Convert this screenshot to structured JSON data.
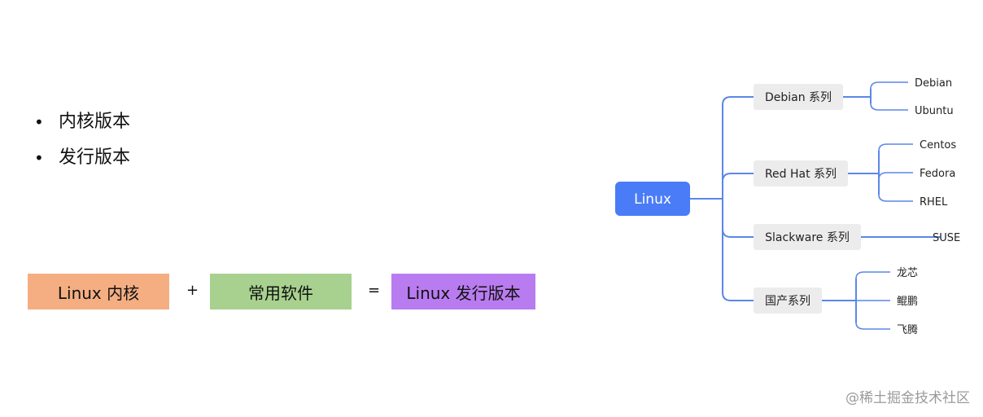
{
  "bullets": [
    "内核版本",
    "发行版本"
  ],
  "equation": {
    "terms": [
      {
        "label": "Linux 内核",
        "color": "#f4ae82"
      },
      {
        "label": "常用软件",
        "color": "#a8d18f"
      },
      {
        "label": "Linux 发行版本",
        "color": "#b97cf0"
      }
    ],
    "operators": [
      "+",
      "="
    ]
  },
  "mindmap": {
    "root": "Linux",
    "branches": [
      {
        "label": "Debian 系列",
        "children": [
          "Debian",
          "Ubuntu"
        ]
      },
      {
        "label": "Red Hat 系列",
        "children": [
          "Centos",
          "Fedora",
          "RHEL"
        ]
      },
      {
        "label": "Slackware 系列",
        "children": [
          "SUSE"
        ]
      },
      {
        "label": "国产系列",
        "children": [
          "龙芯",
          "鲲鹏",
          "飞腾"
        ]
      }
    ],
    "colors": {
      "root": "#4a7cf7",
      "line": "#5b87e8"
    }
  },
  "watermark": "@稀土掘金技术社区"
}
